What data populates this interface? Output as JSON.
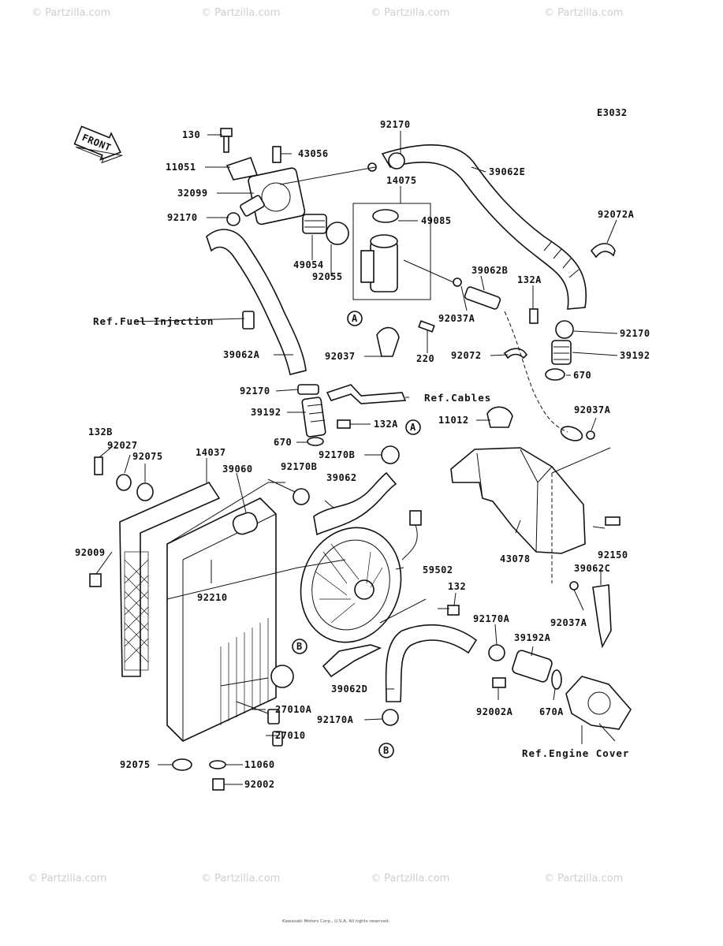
{
  "diagram_code": "E3032",
  "front_label": "FRONT",
  "watermark": "© Partzilla.com",
  "copyright": "Kawasaki Motors Corp., U.S.A. All rights reserved.",
  "refs": {
    "fuel_injection": "Ref.Fuel Injection",
    "cables": "Ref.Cables",
    "engine_cover": "Ref.Engine Cover"
  },
  "callouts": {
    "a": "A",
    "b": "B"
  },
  "parts": {
    "p130": "130",
    "p11051": "11051",
    "p43056": "43056",
    "p32099": "32099",
    "p92170_top": "92170",
    "p14075": "14075",
    "p49085": "49085",
    "p39062E": "39062E",
    "p92170_left": "92170",
    "p49054": "49054",
    "p92055": "92055",
    "p92072A": "92072A",
    "p39062B": "39062B",
    "p132A_top": "132A",
    "p92037A_mid": "92037A",
    "p92170_right": "92170",
    "p220": "220",
    "p92037": "92037",
    "p39192_right": "39192",
    "p92072": "92072",
    "p670_right": "670",
    "p39062A": "39062A",
    "p92170_mid": "92170",
    "p39192_mid": "39192",
    "p132A_mid": "132A",
    "p11012": "11012",
    "p92037A_right": "92037A",
    "p132B": "132B",
    "p92027": "92027",
    "p92075_top": "92075",
    "p14037": "14037",
    "p39060": "39060",
    "p670_mid": "670",
    "p92170B_mid": "92170B",
    "p92170B_left": "92170B",
    "p39062": "39062",
    "p92009": "92009",
    "p92150": "92150",
    "p43078": "43078",
    "p59502": "59502",
    "p39062C": "39062C",
    "p92210": "92210",
    "p132": "132",
    "p92037A_low": "92037A",
    "p92170A_right": "92170A",
    "p39192A": "39192A",
    "p39062D": "39062D",
    "p92002A": "92002A",
    "p670A": "670A",
    "p27010A": "27010A",
    "p92170A_low": "92170A",
    "p27010": "27010",
    "p92075_bot": "92075",
    "p11060": "11060",
    "p92002": "92002"
  }
}
